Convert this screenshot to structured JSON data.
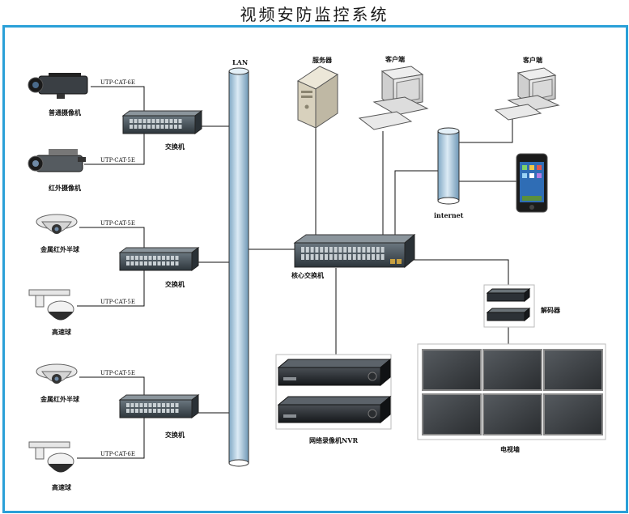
{
  "title": "视频安防监控系统",
  "colors": {
    "frame": "#2aa0d8",
    "pipe": "#bcd8ea",
    "switch": "#3f4a52"
  },
  "labels": {
    "lan": "LAN",
    "server": "服务器",
    "client1": "客户端",
    "client2": "客户端",
    "internet": "internet",
    "core_switch": "核心交换机",
    "decoder": "解码器",
    "tv_wall": "电视墙",
    "nvr": "网络录像机NVR",
    "switch1": "交换机",
    "switch2": "交换机",
    "switch3": "交换机",
    "cam_normal": "普通摄像机",
    "cam_ir": "红外摄像机",
    "dome_metal_1": "金属红外半球",
    "speed_dome_1": "高速球",
    "dome_metal_2": "金属红外半球",
    "speed_dome_2": "高速球"
  },
  "cables": {
    "c1": "UTP-CAT-6E",
    "c2": "UTP-CAT-5E",
    "c3": "UTP-CAT-5E",
    "c4": "UTP-CAT-5E",
    "c5": "UTP-CAT-5E",
    "c6": "UTP-CAT-6E"
  }
}
